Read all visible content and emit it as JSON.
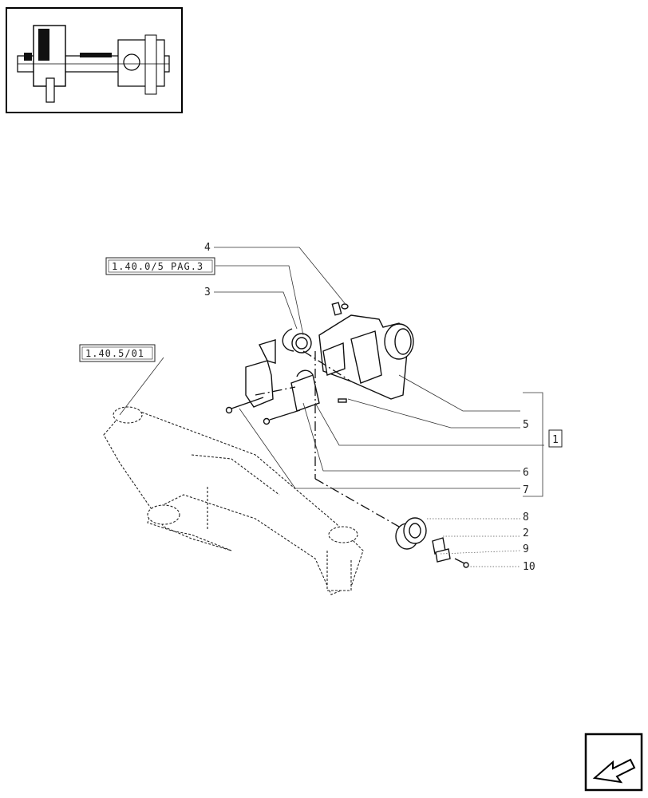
{
  "labels": {
    "n1": "1",
    "n2": "2",
    "n3": "3",
    "n4": "4",
    "n5": "5",
    "n6": "6",
    "n7": "7",
    "n8": "8",
    "n9": "9",
    "n10": "10"
  },
  "references": {
    "ref_top": "1.40.0/5 PAG.3",
    "ref_left": "1.40.5/01"
  },
  "icons": {
    "thumbnail": "axle-thumbnail-icon",
    "nav": "next-page-arrow-icon"
  }
}
